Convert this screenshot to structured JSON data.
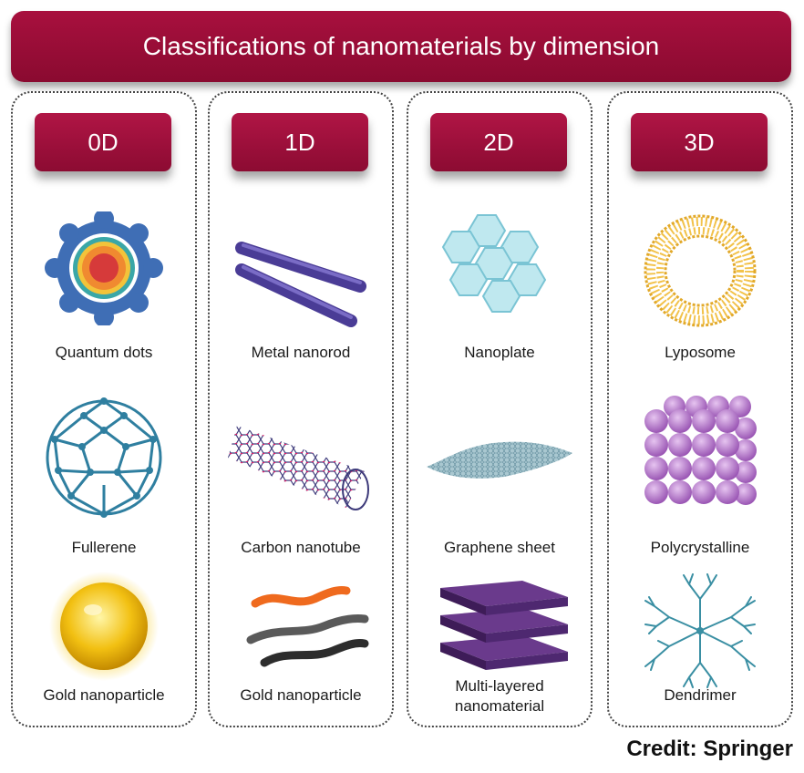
{
  "title": "Classifications of nanomaterials by dimension",
  "credit": "Credit: Springer",
  "columns": [
    {
      "heading": "0D",
      "items": [
        {
          "label": "Quantum dots",
          "icon": "quantum-dot-icon"
        },
        {
          "label": "Fullerene",
          "icon": "fullerene-icon"
        },
        {
          "label": "Gold nanoparticle",
          "icon": "gold-sphere-icon"
        }
      ]
    },
    {
      "heading": "1D",
      "items": [
        {
          "label": "Metal nanorod",
          "icon": "nanorod-icon"
        },
        {
          "label": "Carbon nanotube",
          "icon": "nanotube-icon"
        },
        {
          "label": "Gold nanoparticle",
          "icon": "nanowire-icon"
        }
      ]
    },
    {
      "heading": "2D",
      "items": [
        {
          "label": "Nanoplate",
          "icon": "hexagon-plate-icon"
        },
        {
          "label": "Graphene sheet",
          "icon": "graphene-sheet-icon"
        },
        {
          "label": "Multi-layered nanomaterial",
          "icon": "layers-icon"
        }
      ]
    },
    {
      "heading": "3D",
      "items": [
        {
          "label": "Lyposome",
          "icon": "liposome-icon"
        },
        {
          "label": "Polycrystalline",
          "icon": "polycrystal-icon"
        },
        {
          "label": "Dendrimer",
          "icon": "dendrimer-icon"
        }
      ]
    }
  ],
  "colors": {
    "banner": "#9b0d37",
    "tag": "#a01040",
    "border": "#444444"
  }
}
